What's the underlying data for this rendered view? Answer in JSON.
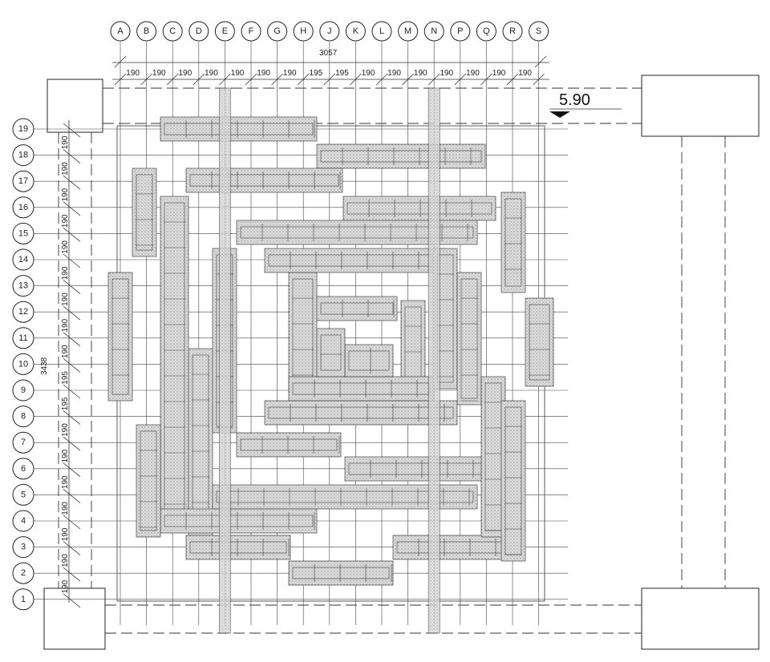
{
  "drawing": {
    "column_labels": [
      "A",
      "B",
      "C",
      "D",
      "E",
      "F",
      "G",
      "H",
      "J",
      "K",
      "L",
      "M",
      "N",
      "P",
      "Q",
      "R",
      "S"
    ],
    "row_labels": [
      "19",
      "18",
      "17",
      "16",
      "15",
      "14",
      "13",
      "12",
      "11",
      "10",
      "9",
      "8",
      "7",
      "6",
      "5",
      "4",
      "3",
      "2",
      "1"
    ],
    "column_spacings": [
      "190",
      "190",
      "190",
      "190",
      "190",
      "190",
      "190",
      "195",
      "195",
      "190",
      "190",
      "190",
      "190",
      "190",
      "190",
      "190"
    ],
    "row_spacings": [
      "190",
      "190",
      "190",
      "190",
      "190",
      "190",
      "190",
      "190",
      "190",
      "195",
      "195",
      "190",
      "190",
      "190",
      "190",
      "190",
      "190",
      "190"
    ],
    "overall_width": "3057",
    "overall_height": "3438",
    "level_marker": "5.90"
  }
}
